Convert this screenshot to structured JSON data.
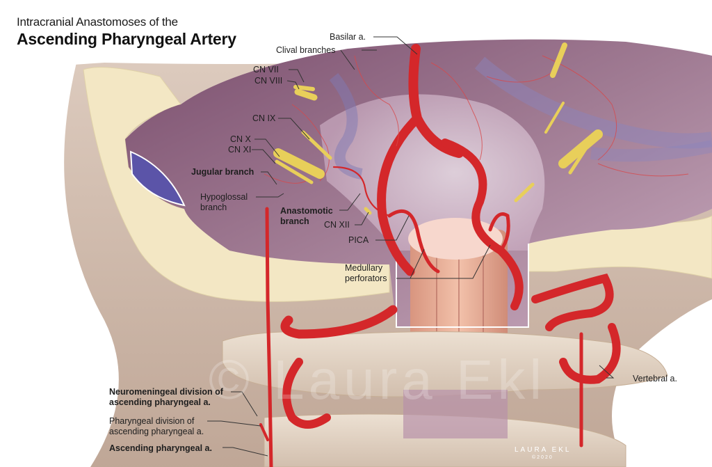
{
  "title": {
    "line1": "Intracranial Anastomoses of the",
    "line2": "Ascending Pharyngeal Artery"
  },
  "labels": {
    "basilar": "Basilar a.",
    "clival": "Clival branches",
    "cn7": "CN VII",
    "cn8": "CN VIII",
    "cn9": "CN IX",
    "cn10": "CN X",
    "cn11": "CN XI",
    "jugular": "Jugular branch",
    "hypoglossal_1": "Hypoglossal",
    "hypoglossal_2": "branch",
    "anastomotic_1": "Anastomotic",
    "anastomotic_2": "branch",
    "cn12": "CN XII",
    "pica": "PICA",
    "medullary_1": "Medullary",
    "medullary_2": "perforators",
    "vertebral": "Vertebral a.",
    "neuromeningeal_1": "Neuromeningeal division of",
    "neuromeningeal_2": "ascending pharyngeal a.",
    "pharyngeal_1": "Pharyngeal division of",
    "pharyngeal_2": "ascending pharyngeal a.",
    "ascending": "Ascending pharyngeal a."
  },
  "signature": {
    "name": "LAURA EKL",
    "year": "©2020",
    "watermark": "© Laura Ekl"
  },
  "colors": {
    "artery": "#d4272a",
    "nerve": "#e8cf5a",
    "dura": "#8a5a78",
    "bone": "#f3e7c4",
    "vein": "#5b54a8",
    "skin": "#c9ad9a"
  }
}
